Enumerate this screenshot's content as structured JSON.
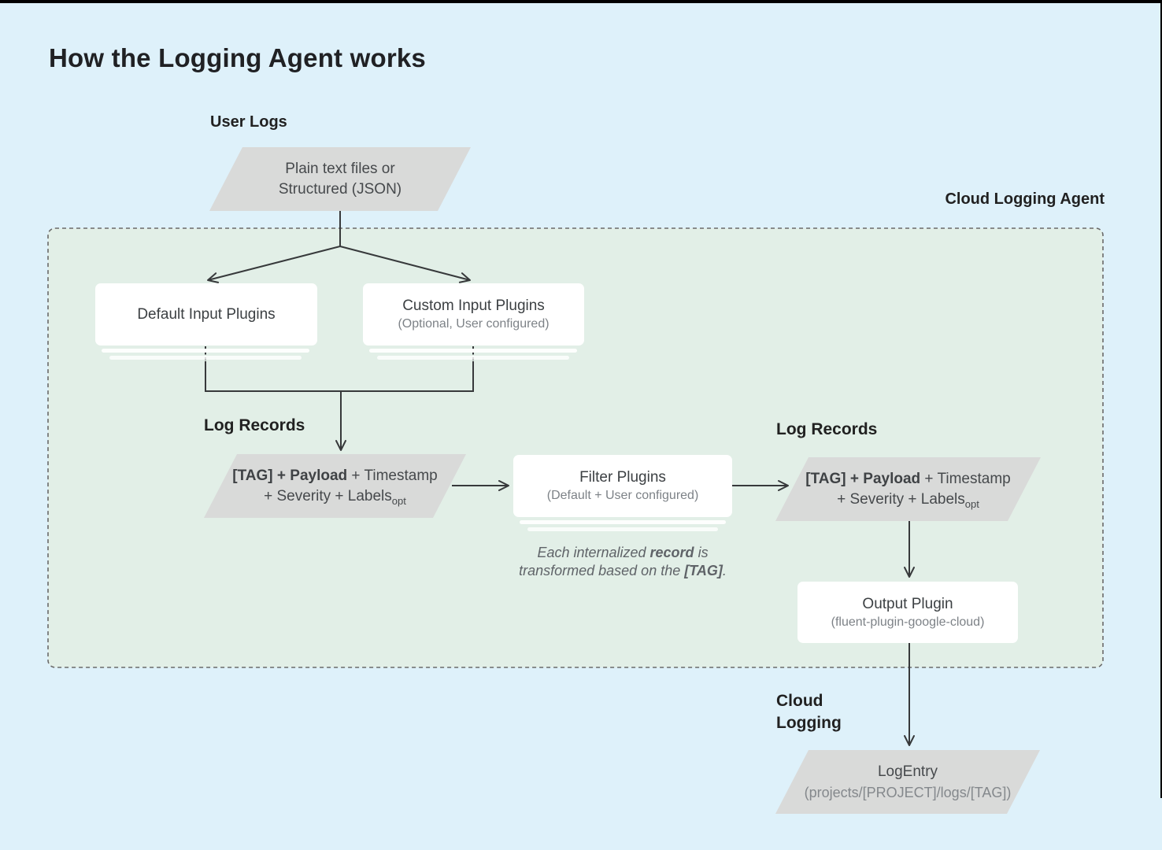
{
  "title": "How the Logging Agent works",
  "labels": {
    "user_logs": "User Logs",
    "cloud_logging_agent": "Cloud Logging Agent",
    "log_records_left": "Log Records",
    "log_records_right": "Log Records",
    "cloud_line1": "Cloud",
    "cloud_line2": "Logging"
  },
  "nodes": {
    "user_logs_shape": {
      "line1": "Plain text files or",
      "line2": "Structured (JSON)"
    },
    "default_input_plugins": {
      "title": "Default Input Plugins"
    },
    "custom_input_plugins": {
      "title": "Custom Input Plugins",
      "subtitle": "(Optional, User configured)"
    },
    "log_record_left": {
      "bold": "[TAG] + Payload",
      "rest": " + Timestamp",
      "line2": "+ Severity + Labels",
      "subscript": "opt"
    },
    "filter_plugins": {
      "title": "Filter Plugins",
      "subtitle": "(Default + User configured)"
    },
    "log_record_right": {
      "bold": "[TAG] + Payload",
      "rest": " + Timestamp",
      "line2": "+ Severity + Labels",
      "subscript": "opt"
    },
    "output_plugin": {
      "title": "Output Plugin",
      "subtitle": "(fluent-plugin-google-cloud)"
    },
    "log_entry": {
      "title": "LogEntry",
      "subtitle": "(projects/[PROJECT]/logs/[TAG])"
    }
  },
  "note": {
    "part1": "Each internalized ",
    "bold1": "record",
    "part2": " is",
    "line2_part1": "transformed based on the ",
    "bold2": "[TAG]",
    "part3": "."
  },
  "colors": {
    "page_bg": "#def1fa",
    "agent_bg": "#e2efe7",
    "agent_border": "#6a6a6a",
    "shape_gray": "#d9dad9",
    "node_bg": "#ffffff",
    "arrow": "#37393b",
    "title_text": "#202124",
    "label_text": "#212121",
    "node_title_text": "#3c4043",
    "node_subtitle_text": "#7d8287",
    "note_text": "#5f6368",
    "edge_black": "#000000"
  }
}
